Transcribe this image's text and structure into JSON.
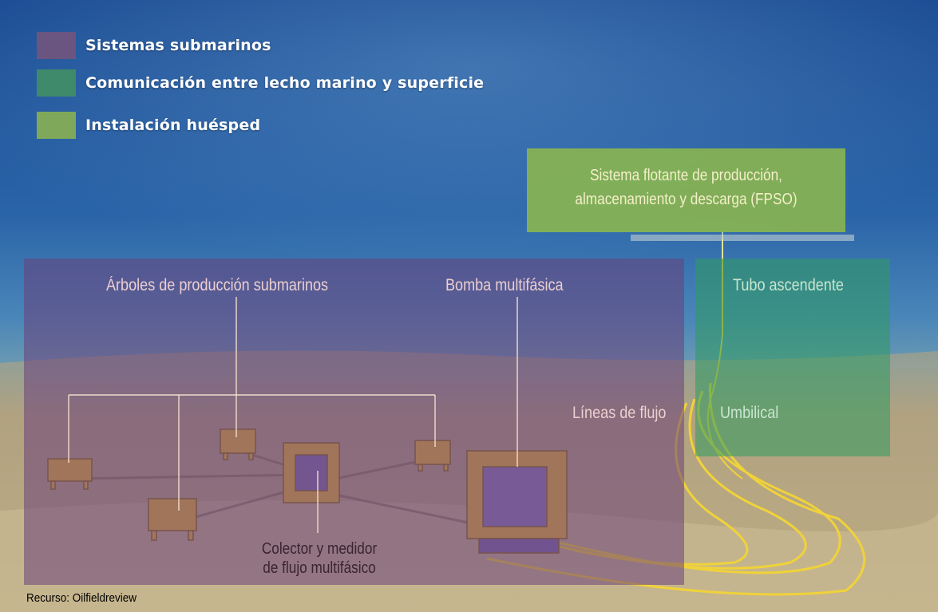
{
  "legend": [
    {
      "label": "Sistemas submarinos",
      "color": "#6a5580"
    },
    {
      "label": "Comunicación entre lecho marino y superficie",
      "color": "#3e8a6a"
    },
    {
      "label": "Instalación huésped",
      "color": "#7fa85a"
    }
  ],
  "labels": {
    "fpso": "Sistema flotante de producción,\nalmacenamiento y descarga (FPSO)",
    "arboles": "Árboles de producción submarinos",
    "bomba": "Bomba multifásica",
    "tubo": "Tubo ascendente",
    "lineas": "Líneas de flujo",
    "umbilical": "Umbilical",
    "colector": "Colector y medidor\nde flujo multifásico"
  },
  "credit": "Recurso: Oilfieldreview",
  "colors": {
    "sea_top": "#1c4f96",
    "sea_mid": "#3f7fb4",
    "seabed": "#b7a57c",
    "equipment": "#e2b733",
    "cable": "#f0d23a",
    "subsea_zone": "#6a3f7a",
    "comm_zone": "#2f9a5e",
    "host_zone": "#8fba4a",
    "callout_line": "#f2dccb"
  }
}
